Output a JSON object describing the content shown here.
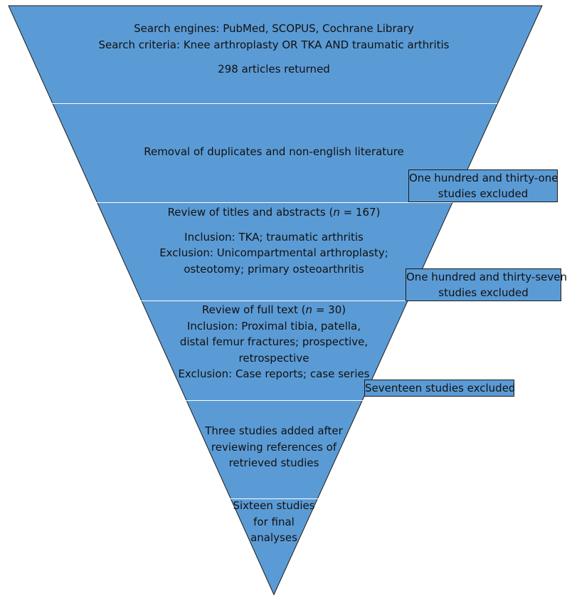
{
  "colors": {
    "fill": "#5b9bd5",
    "stroke": "#1a1a1a",
    "divider": "#ffffff",
    "text": "#111111"
  },
  "stages": [
    {
      "lines": [
        "Search engines: PubMed, SCOPUS, Cochrane Library",
        "Search criteria: Knee arthroplasty OR TKA AND traumatic arthritis"
      ],
      "extra": "298 articles returned"
    },
    {
      "lines": [
        "Removal of duplicates and non-english literature"
      ]
    },
    {
      "title_pre": "Review of titles and abstracts (",
      "n_symbol": "n",
      "title_post": " = 167)",
      "lines": [
        "Inclusion: TKA; traumatic arthritis",
        "Exclusion: Unicompartmental arthroplasty;",
        "osteotomy; primary osteoarthritis"
      ]
    },
    {
      "title_pre": "Review of full text (",
      "n_symbol": "n",
      "title_post": " = 30)",
      "lines": [
        "Inclusion: Proximal tibia, patella,",
        "distal femur fractures; prospective,",
        "retrospective",
        "Exclusion: Case reports; case series"
      ]
    },
    {
      "lines": [
        "Three studies added after",
        "reviewing references of",
        "retrieved studies"
      ]
    },
    {
      "lines": [
        "Sixteen studies",
        "for final",
        "analyses"
      ]
    }
  ],
  "exclusions": [
    {
      "lines": [
        "One hundred and thirty-one",
        "studies excluded"
      ]
    },
    {
      "lines": [
        "One hundred and thirty-seven",
        "studies excluded"
      ]
    },
    {
      "lines": [
        "Seventeen studies excluded"
      ]
    }
  ]
}
